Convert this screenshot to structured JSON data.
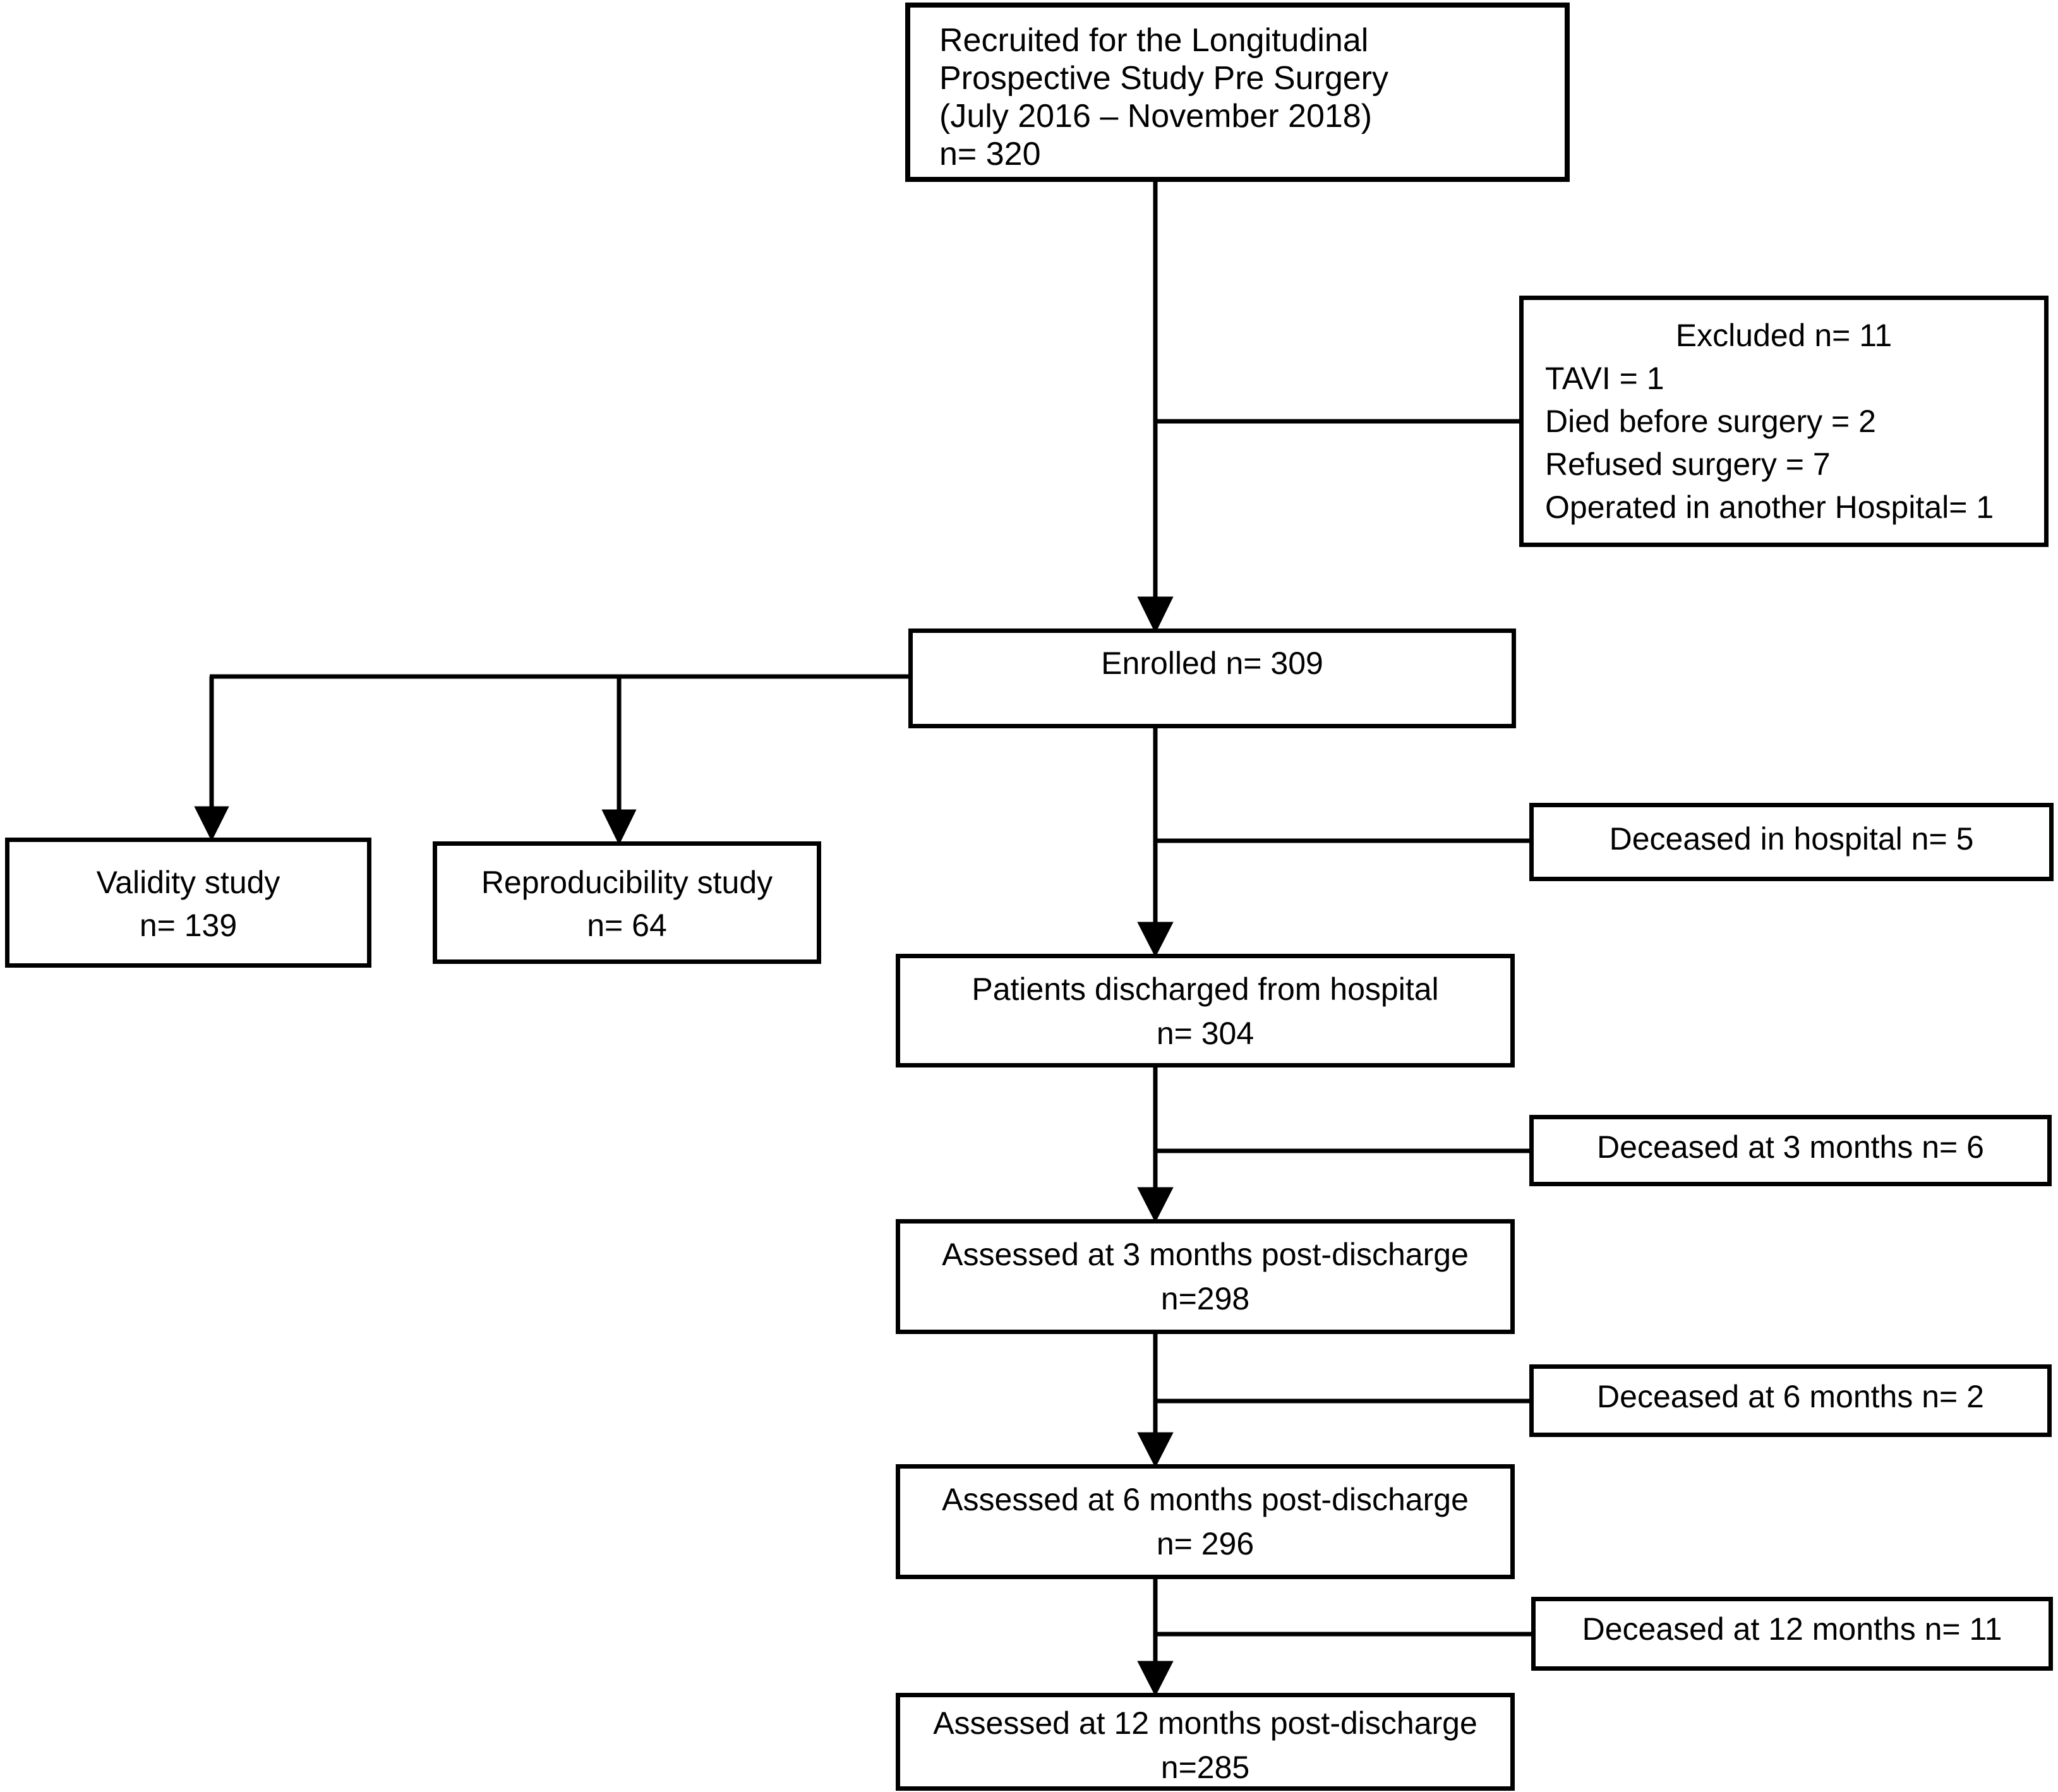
{
  "figure": {
    "type": "study-flow-diagram",
    "background_color": "#ffffff",
    "line_color": "#000000"
  },
  "nodes": {
    "recruited": {
      "lines": [
        "Recruited for the Longitudinal",
        "Prospective Study Pre Surgery",
        "(July 2016 – November 2018)",
        "n= 320"
      ]
    },
    "excluded": {
      "title": "Excluded n= 11",
      "items": [
        "TAVI = 1",
        "Died before surgery = 2",
        "Refused surgery = 7",
        "Operated in another Hospital= 1"
      ]
    },
    "enrolled": {
      "label": "Enrolled n= 309"
    },
    "validity": {
      "lines": [
        "Validity study",
        "n= 139"
      ]
    },
    "reproducibility": {
      "lines": [
        "Reproducibility study",
        "n= 64"
      ]
    },
    "deceased_hospital": {
      "label": "Deceased in hospital n= 5"
    },
    "discharged": {
      "lines": [
        "Patients discharged from hospital",
        "n= 304"
      ]
    },
    "deceased_3m": {
      "label": "Deceased at 3 months n= 6"
    },
    "assessed_3m": {
      "lines": [
        "Assessed at 3 months post-discharge",
        "n=298"
      ]
    },
    "deceased_6m": {
      "label": "Deceased at 6 months n= 2"
    },
    "assessed_6m": {
      "lines": [
        "Assessed at 6 months post-discharge",
        "n= 296"
      ]
    },
    "deceased_12m": {
      "label": "Deceased at 12 months n= 11"
    },
    "assessed_12m": {
      "lines": [
        "Assessed at 12 months post-discharge",
        "n=285"
      ]
    }
  }
}
